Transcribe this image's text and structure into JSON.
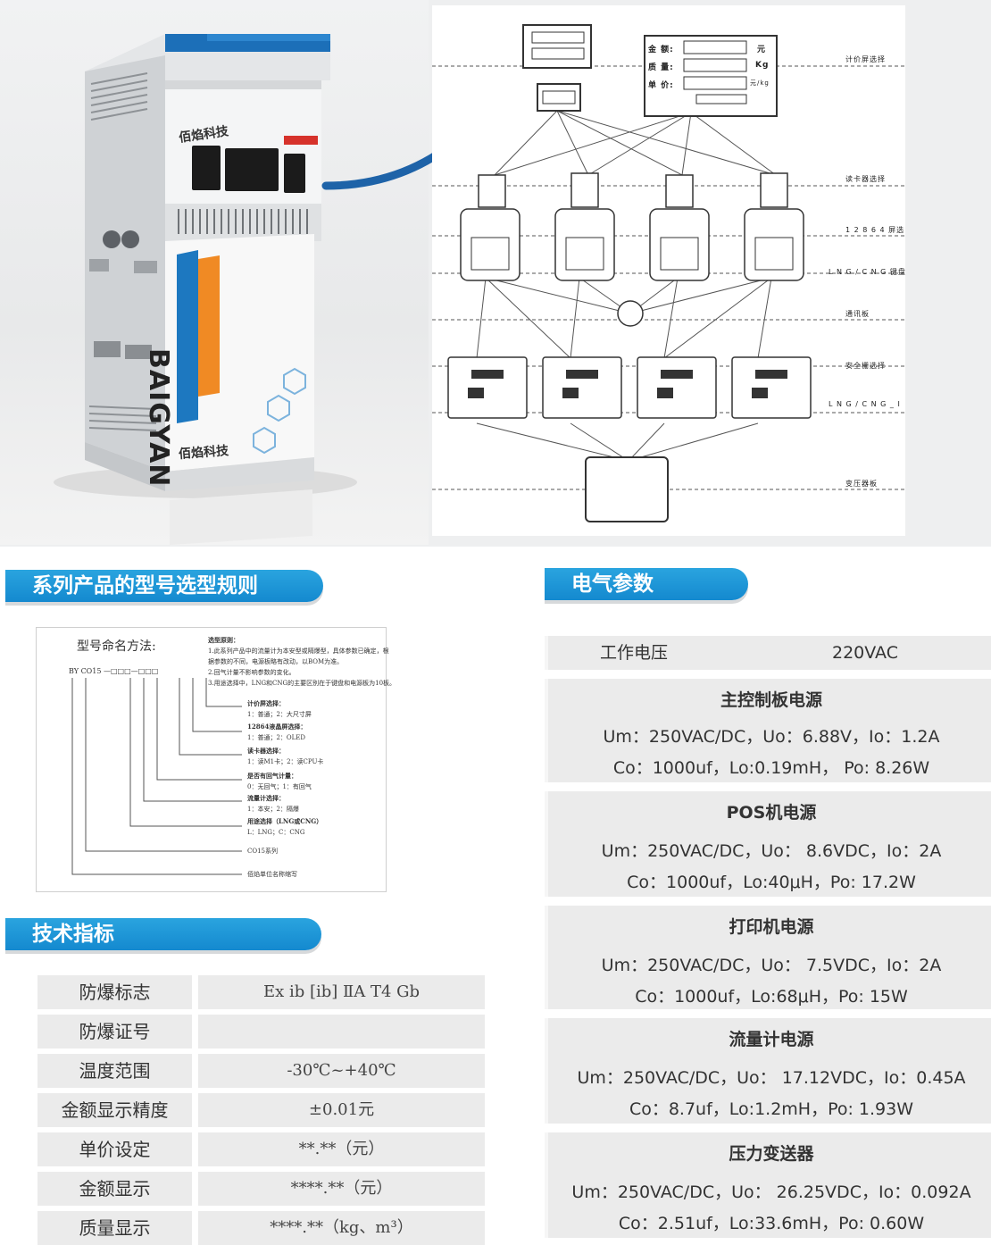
{
  "product": {
    "brand_en": "BAIGYAN",
    "brand_cn": "佰焰科技"
  },
  "diagram": {
    "labels": [
      "计价屏选择",
      "读卡器选择",
      "1 2 8 6 4 屏选",
      "L N G / C N G 键盘",
      "通讯板",
      "安全栅选择",
      "L N G / C N G _ I",
      "变压器板"
    ],
    "price_display": {
      "row1_label": "金 额:",
      "row1_unit": "元",
      "row2_label": "质 量:",
      "row2_unit": "Kg",
      "row3_label": "单 价:",
      "row3_unit": "元/kg"
    }
  },
  "sections": {
    "naming_title": "系列产品的型号选型规则",
    "tech_title": "技术指标",
    "elec_title": "电气参数"
  },
  "naming": {
    "method_label": "型号命名方法:",
    "code": "BY  CO15 —□□□—□□□",
    "principles_title": "选型原则：",
    "principles": [
      "1.此系列产品中的流量计为本安型或隔爆型，具体参数已确定，根",
      "据参数的不同，电源板略有改动，以BOM为准。",
      "2.回气计量不影响参数的变化。",
      "3.用途选择中，LNG和CNG的主要区别在于键盘和电源板为10板。"
    ],
    "options": [
      "计价屏选择：",
      "1：普通；2：大尺寸屏",
      "12864液晶屏选择：",
      "1：普通；2：OLED",
      "读卡器选择：",
      "1：读M1卡；2：读CPU卡",
      "是否有回气计量：",
      "0：无回气；1：有回气",
      "流量计选择：",
      "1：本安；2：隔爆",
      "用途选择（LNG或CNG）",
      "L：LNG；C：CNG",
      "CO15系列",
      "佰焰单位名称缩写"
    ]
  },
  "tech_specs": [
    {
      "label": "防爆标志",
      "value": "Ex ib [ib] ⅡA T4 Gb"
    },
    {
      "label": "防爆证号",
      "value": ""
    },
    {
      "label": "温度范围",
      "value": "-30℃~+40℃"
    },
    {
      "label": "金额显示精度",
      "value": "±0.01元"
    },
    {
      "label": "单价设定",
      "value": "**.**（元）"
    },
    {
      "label": "金额显示",
      "value": "****.**（元）"
    },
    {
      "label": "质量显示",
      "value": "****.**（kg、m³）"
    }
  ],
  "electrical": {
    "voltage_label": "工作电压",
    "voltage_value": "220VAC",
    "blocks": [
      {
        "title": "主控制板电源",
        "line1": "Um：250VAC/DC，Uo：6.88V，Io：1.2A",
        "line2": "Co：1000uf，Lo:0.19mH， Po: 8.26W"
      },
      {
        "title": "POS机电源",
        "line1": "Um：250VAC/DC，Uo： 8.6VDC，Io：2A",
        "line2": "Co：1000uf，Lo:40μH，Po: 17.2W"
      },
      {
        "title": "打印机电源",
        "line1": "Um：250VAC/DC，Uo： 7.5VDC，Io：2A",
        "line2": "Co：1000uf，Lo:68μH，Po: 15W"
      },
      {
        "title": "流量计电源",
        "line1": "Um：250VAC/DC，Uo： 17.12VDC，Io：0.45A",
        "line2": "Co：8.7uf，Lo:1.2mH，Po: 1.93W"
      },
      {
        "title": "压力变送器",
        "line1": "Um：250VAC/DC，Uo： 26.25VDC，Io：0.092A",
        "line2": "Co：2.51uf，Lo:33.6mH，Po: 0.60W"
      }
    ]
  },
  "colors": {
    "accent": "#1a94d6",
    "orange": "#f08a24",
    "panel": "#ebebeb"
  }
}
